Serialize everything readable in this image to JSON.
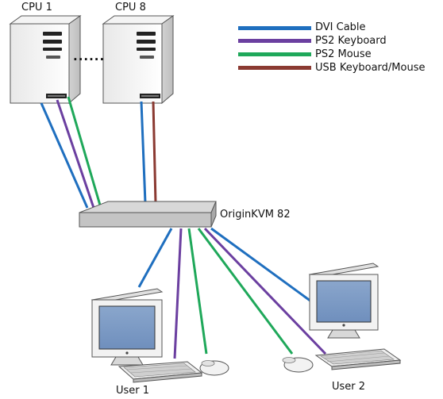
{
  "cpus": [
    {
      "label": "CPU 1"
    },
    {
      "label": "CPU 8"
    }
  ],
  "switch": {
    "label": "OriginKVM 82"
  },
  "users": [
    {
      "label": "User 1"
    },
    {
      "label": "User 2"
    }
  ],
  "legend": [
    {
      "label": "DVI Cable",
      "color": "#1f6fbf"
    },
    {
      "label": "PS2 Keyboard",
      "color": "#6b3fa0"
    },
    {
      "label": "PS2 Mouse",
      "color": "#1fa85a"
    },
    {
      "label": "USB Keyboard/Mouse",
      "color": "#8b3a32"
    }
  ],
  "ellipsis": "......"
}
